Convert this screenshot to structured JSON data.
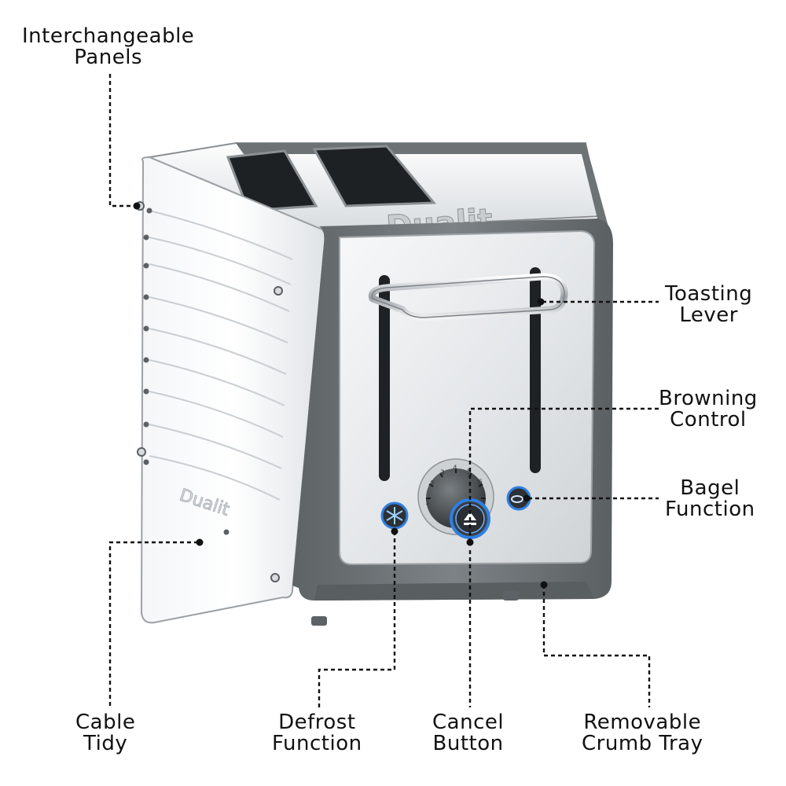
{
  "callouts": {
    "panels": {
      "line1": "Interchangeable",
      "line2": "Panels"
    },
    "lever": {
      "line1": "Toasting",
      "line2": "Lever"
    },
    "browning": {
      "line1": "Browning",
      "line2": "Control"
    },
    "bagel": {
      "line1": "Bagel",
      "line2": "Function"
    },
    "cable": {
      "line1": "Cable",
      "line2": "Tidy"
    },
    "defrost": {
      "line1": "Defrost",
      "line2": "Function"
    },
    "cancel": {
      "line1": "Cancel",
      "line2": "Button"
    },
    "crumb": {
      "line1": "Removable",
      "line2": "Crumb Tray"
    }
  },
  "product": {
    "brand_top": "Dualit",
    "brand_side": "Dualit",
    "dial_marks": [
      "1",
      "2",
      "3",
      "4",
      "5",
      "6"
    ]
  },
  "colors": {
    "frame_grey": "#6d7275",
    "chrome": "#e6e8ea",
    "accent_blue": "#2f7fe0"
  },
  "icons": {
    "defrost": "snowflake-icon",
    "cancel": "eject-icon",
    "bagel": "bagel-icon"
  }
}
